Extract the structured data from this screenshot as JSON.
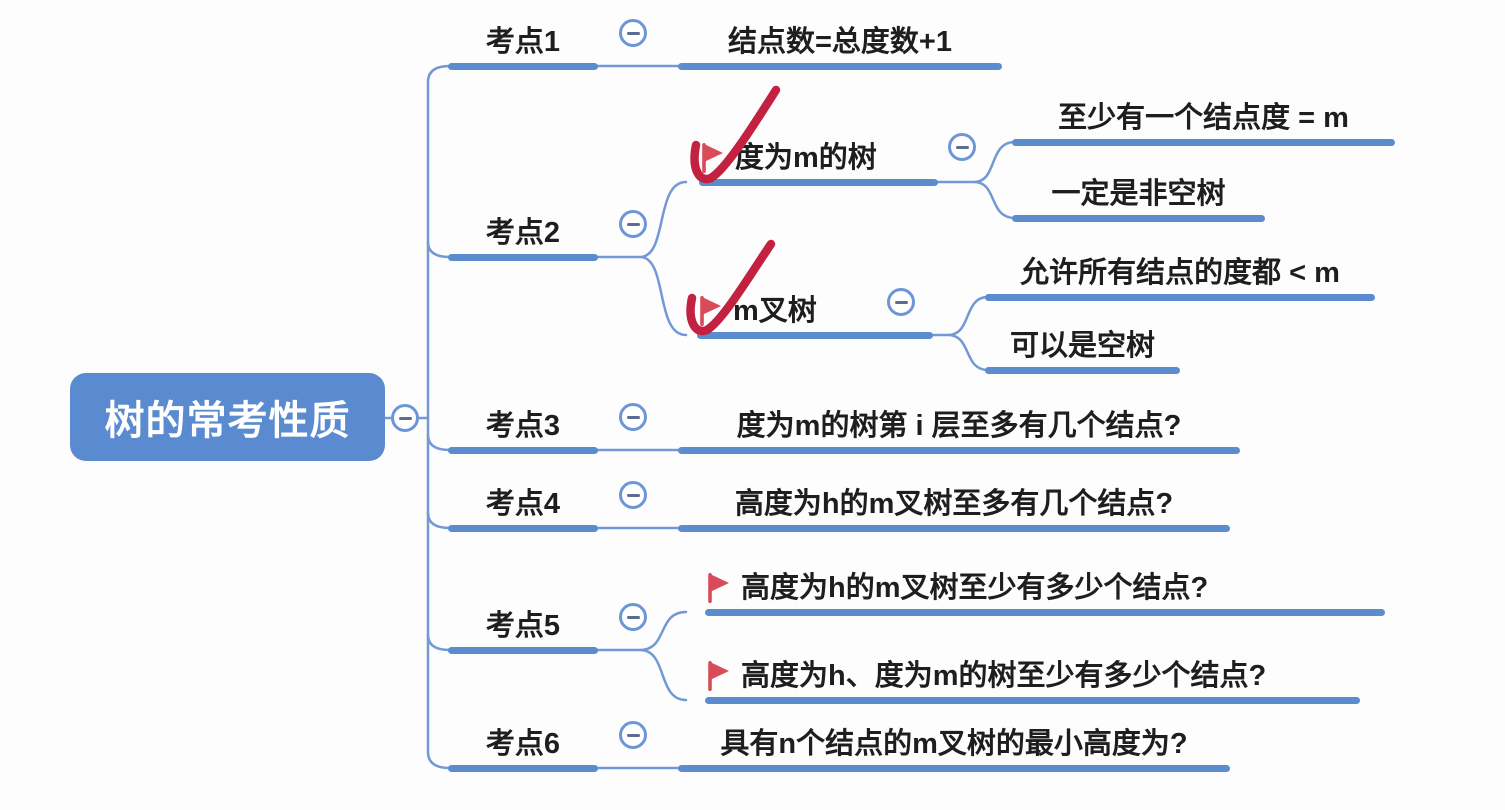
{
  "app": {
    "type": "mind-map"
  },
  "colors": {
    "bg": "#fdfdfd",
    "branch_blue": "#5b8ccd",
    "line_blue": "#7398d6",
    "root_fill": "#5a8ad0",
    "flag_red": "#d84b59",
    "check_red": "#c22240",
    "text_dark": "#1e1e1e",
    "minus_border": "#6d96d6",
    "minus_dash": "#5c6d92"
  },
  "icons": {
    "collapse_button": "minus-circle",
    "priority_marker": "red-flag",
    "annotation": "red-checkmark"
  },
  "root": {
    "label": "树的常考性质"
  },
  "branches": [
    {
      "label": "考点1",
      "children": [
        {
          "label": "结点数=总度数+1"
        }
      ]
    },
    {
      "label": "考点2",
      "children": [
        {
          "label": "度为m的树",
          "marker": "red-flag",
          "annotation": "red-checkmark",
          "children": [
            {
              "label": "至少有一个结点度 = m"
            },
            {
              "label": "一定是非空树"
            }
          ]
        },
        {
          "label": "m叉树",
          "marker": "red-flag",
          "annotation": "red-checkmark",
          "children": [
            {
              "label": "允许所有结点的度都 < m"
            },
            {
              "label": "可以是空树"
            }
          ]
        }
      ]
    },
    {
      "label": "考点3",
      "children": [
        {
          "label": "度为m的树第 i 层至多有几个结点?"
        }
      ]
    },
    {
      "label": "考点4",
      "children": [
        {
          "label": "高度为h的m叉树至多有几个结点?"
        }
      ]
    },
    {
      "label": "考点5",
      "children": [
        {
          "label": "高度为h的m叉树至少有多少个结点?",
          "marker": "red-flag"
        },
        {
          "label": "高度为h、度为m的树至少有多少个结点?",
          "marker": "red-flag"
        }
      ]
    },
    {
      "label": "考点6",
      "children": [
        {
          "label": "具有n个结点的m叉树的最小高度为?"
        }
      ]
    }
  ]
}
